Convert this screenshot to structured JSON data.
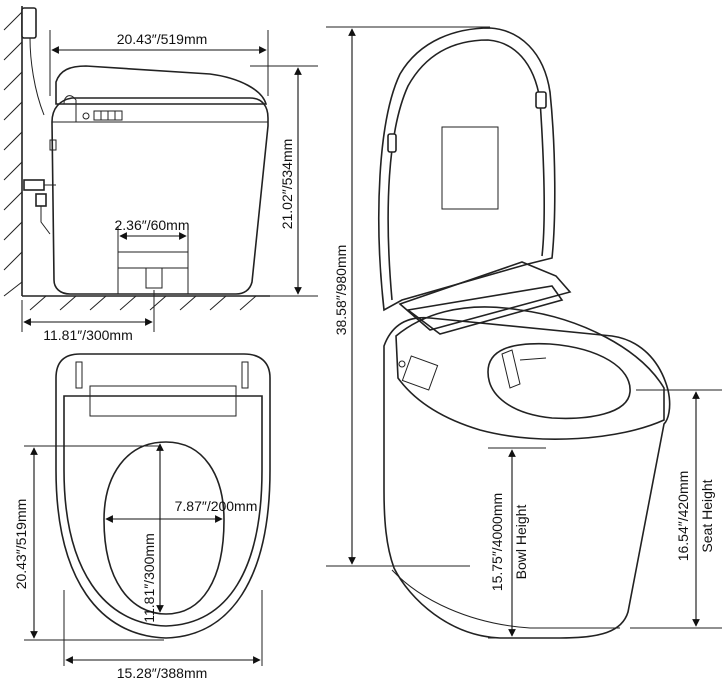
{
  "side_view": {
    "width": "20.43″/519mm",
    "height": "21.02″/534mm",
    "rough_in": "11.81″/300mm",
    "outlet": "2.36″/60mm"
  },
  "top_view": {
    "length": "20.43″/519mm",
    "width": "15.28″/388mm",
    "bowl_width": "7.87″/200mm",
    "bowl_length": "11.81″/300mm"
  },
  "open_view": {
    "total_height": "38.58″/980mm",
    "bowl_height": "15.75″/4000mm",
    "bowl_height_label": "Bowl Height",
    "seat_height": "16.54″/420mm",
    "seat_height_label": "Seat Height"
  }
}
